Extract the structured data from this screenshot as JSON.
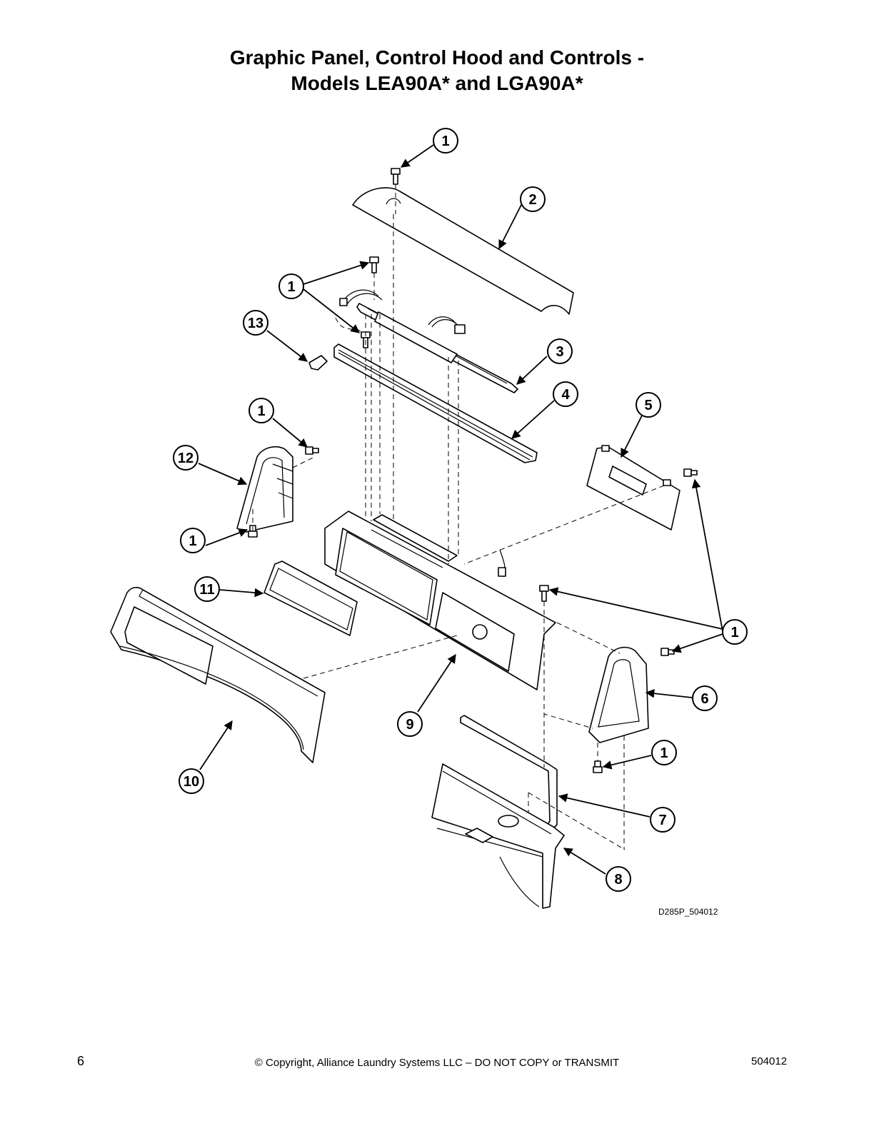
{
  "header": {
    "title_line1": "Graphic Panel, Control Hood and Controls -",
    "title_line2": "Models LEA90A* and LGA90A*"
  },
  "diagram": {
    "drawing_code": "D285P_504012",
    "callouts": [
      "1",
      "2",
      "1",
      "13",
      "3",
      "4",
      "5",
      "1",
      "12",
      "1",
      "11",
      "1",
      "6",
      "9",
      "1",
      "10",
      "7",
      "8"
    ]
  },
  "footer": {
    "page_number": "6",
    "copyright": "© Copyright, Alliance Laundry Systems LLC – DO NOT COPY or TRANSMIT",
    "doc_number": "504012"
  }
}
